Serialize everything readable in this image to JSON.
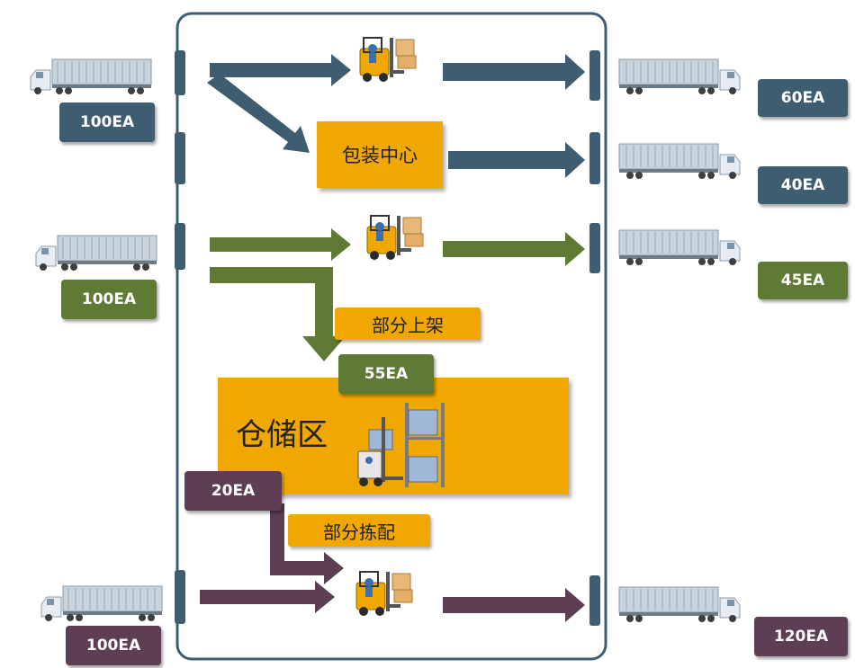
{
  "inbound": [
    {
      "qty": "100EA",
      "color": "#3e5d70"
    },
    {
      "qty": "100EA",
      "color": "#5e7a34"
    },
    {
      "qty": "100EA",
      "color": "#5e3e54"
    }
  ],
  "outbound": [
    {
      "qty": "60EA",
      "color": "#3e5d70"
    },
    {
      "qty": "40EA",
      "color": "#3e5d70"
    },
    {
      "qty": "45EA",
      "color": "#5e7a34"
    },
    {
      "qty": "120EA",
      "color": "#5e3e54"
    }
  ],
  "packing_center": {
    "label": "包装中心"
  },
  "partial_putaway": {
    "label": "部分上架",
    "qty": "55EA"
  },
  "storage": {
    "label": "仓储区"
  },
  "partial_picking": {
    "label": "部分拣配",
    "qty": "20EA"
  },
  "colors": {
    "flow_blue": "#3e5d70",
    "flow_green": "#5e7a34",
    "flow_plum": "#5e3e54",
    "zone_orange": "#f0a800",
    "warehouse_border": "#3e5d70"
  },
  "icons": [
    "truck-icon",
    "forklift-icon",
    "pallet-rack-icon"
  ]
}
